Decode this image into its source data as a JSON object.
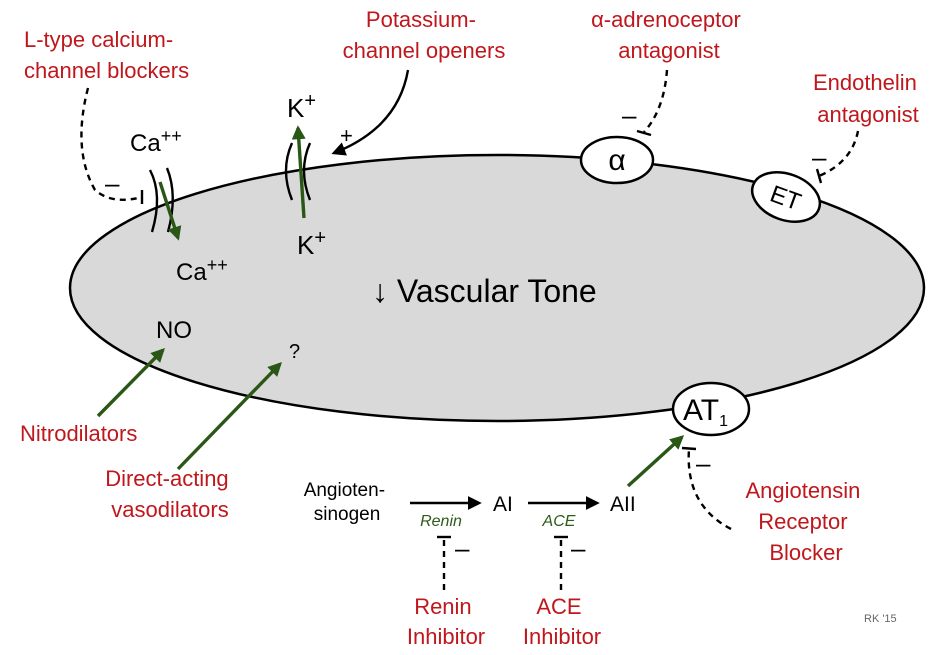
{
  "labels": {
    "l_type_line1": "L-type calcium-",
    "l_type_line2": "channel blockers",
    "potassium_line1": "Potassium-",
    "potassium_line2": "channel openers",
    "alpha_line1": "α-adrenoceptor",
    "alpha_line2": "antagonist",
    "endothelin_line1": "Endothelin",
    "endothelin_line2": "antagonist",
    "nitrodilators": "Nitrodilators",
    "direct_line1": "Direct-acting",
    "direct_line2": "vasodilators",
    "arb_line1": "Angiotensin",
    "arb_line2": "Receptor",
    "arb_line3": "Blocker",
    "renin_inh_line1": "Renin",
    "renin_inh_line2": "Inhibitor",
    "ace_inh_line1": "ACE",
    "ace_inh_line2": "Inhibitor"
  },
  "cell": {
    "title": "↓ Vascular Tone",
    "ca_outside": "Ca",
    "ca_inside": "Ca",
    "ca_charge": "++",
    "k_outside": "K",
    "k_inside": "K",
    "k_charge": "+",
    "no": "NO",
    "unknown": "?"
  },
  "receptors": {
    "alpha": "α",
    "et": "ET",
    "at1_main": "AT",
    "at1_sub": "1"
  },
  "pathway": {
    "angiotensinogen_line1": "Angioten-",
    "angiotensinogen_line2": "sinogen",
    "ai": "AI",
    "aii": "AII",
    "renin": "Renin",
    "ace": "ACE"
  },
  "signs": {
    "minus": "–",
    "plus": "+"
  },
  "footer": {
    "credit": "RK '15"
  },
  "colors": {
    "label_red": "#c0171d",
    "arrow_green": "#2b5716",
    "cell_fill": "#d9d9d9"
  }
}
